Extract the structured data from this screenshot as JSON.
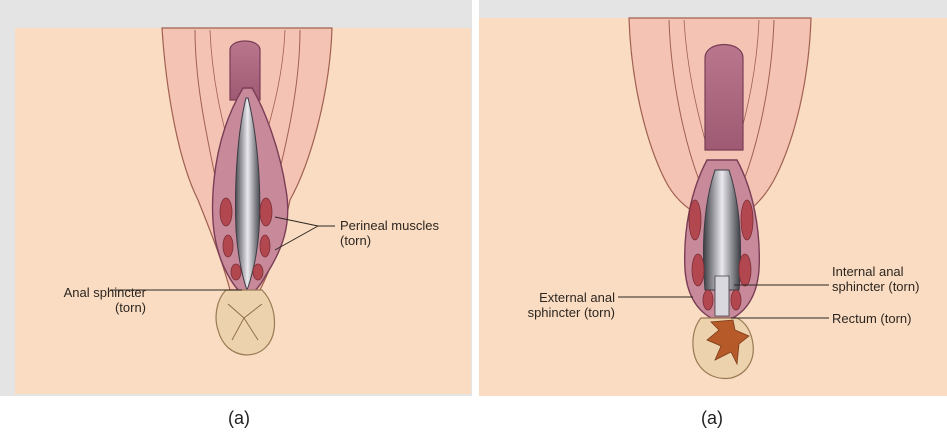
{
  "panel_a": {
    "labels": {
      "perineal_line1": "Perineal muscles",
      "perineal_line2": "(torn)",
      "anal_line1": "Anal sphincter",
      "anal_line2": "(torn)"
    },
    "caption": "(a)"
  },
  "panel_b": {
    "labels": {
      "internal_line1": "Internal anal",
      "internal_line2": "sphincter (torn)",
      "external_line1": "External anal",
      "external_line2": "sphincter (torn)",
      "rectum": "Rectum (torn)"
    },
    "caption": "(a)"
  },
  "colors": {
    "background": "#f9dcc2",
    "frame": "#e4e4e4",
    "skin": "#f4c3b4",
    "tissue_outline": "#8a4a5a",
    "muscle": "#b2474f",
    "anus": "#ecd2ad",
    "rectum_tear": "#b65a2a"
  }
}
